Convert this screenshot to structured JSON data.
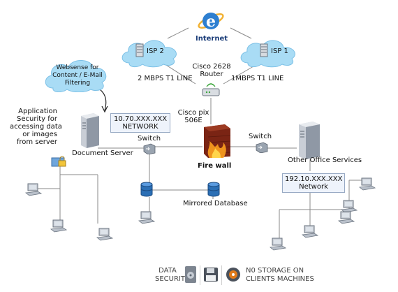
{
  "internet_label": "Internet",
  "isp2_label": "ISP 2",
  "isp1_label": "ISP 1",
  "line_left": "2 MBPS T1 LINE",
  "line_right": "1MBPS T1 LINE",
  "router_label": [
    "Cisco 2628",
    "Router"
  ],
  "firewall_device_label": [
    "Cisco pix",
    "506E"
  ],
  "firewall_label": "Fire wall",
  "websense_label": [
    "Websense for",
    "Content / E-Mail",
    "Filtering"
  ],
  "app_security_label": [
    "Application",
    "Security for",
    "accessing data",
    "or images",
    "from  server"
  ],
  "network_left": [
    "10.70.XXX.XXX",
    "NETWORK"
  ],
  "network_right": [
    "192.10.XXX.XXX",
    "Network"
  ],
  "document_server_label": "Document Server",
  "office_services_label": "Other Office Services",
  "switch_left_label": "Switch",
  "switch_right_label": "Switch",
  "mirrored_db_label": "Mirrored Database",
  "footer": {
    "data_security": [
      "DATA",
      "SECURITY"
    ],
    "no_storage": [
      "N0 STORAGE ON",
      "CLIENTS MACHINES"
    ]
  },
  "colors": {
    "cloud": "#a9dcf5",
    "firewall": "#8a2a18",
    "switch": "#8f9aa6",
    "db": "#2b6fb5",
    "line": "#8a8a8a"
  },
  "icons": [
    "internet-explorer-icon",
    "cloud-icon",
    "server-rack-icon",
    "router-icon",
    "firewall-icon",
    "switch-icon",
    "server-tower-icon",
    "database-icon",
    "workstation-icon",
    "lock-icon",
    "disk-icon",
    "floppy-icon",
    "cd-icon"
  ]
}
